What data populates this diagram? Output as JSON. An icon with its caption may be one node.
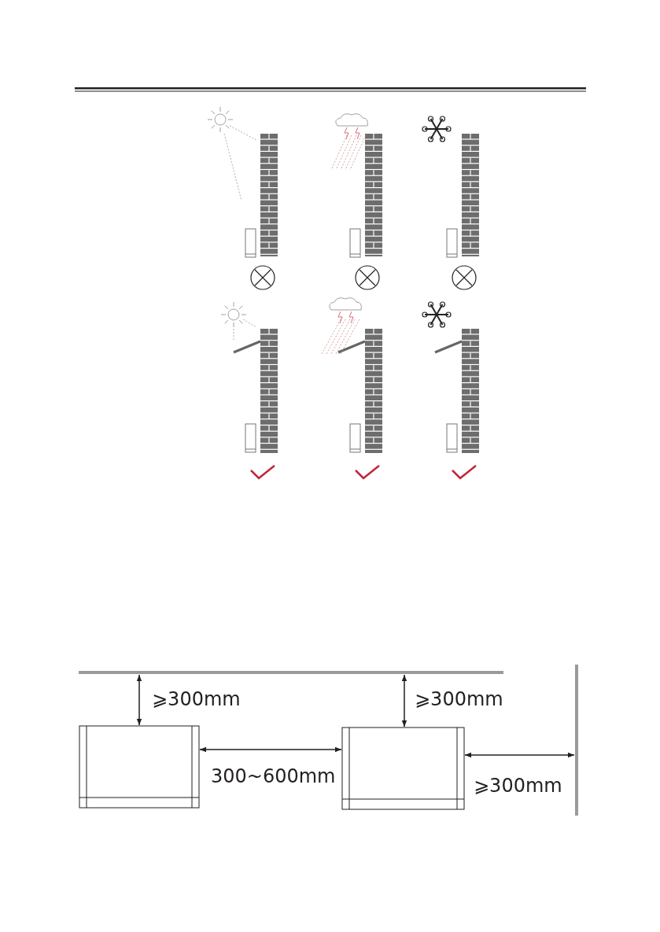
{
  "diagram": {
    "labels": [
      "⩾300mm",
      "⩾300mm",
      "300~600mm",
      "⩾300mm"
    ]
  }
}
